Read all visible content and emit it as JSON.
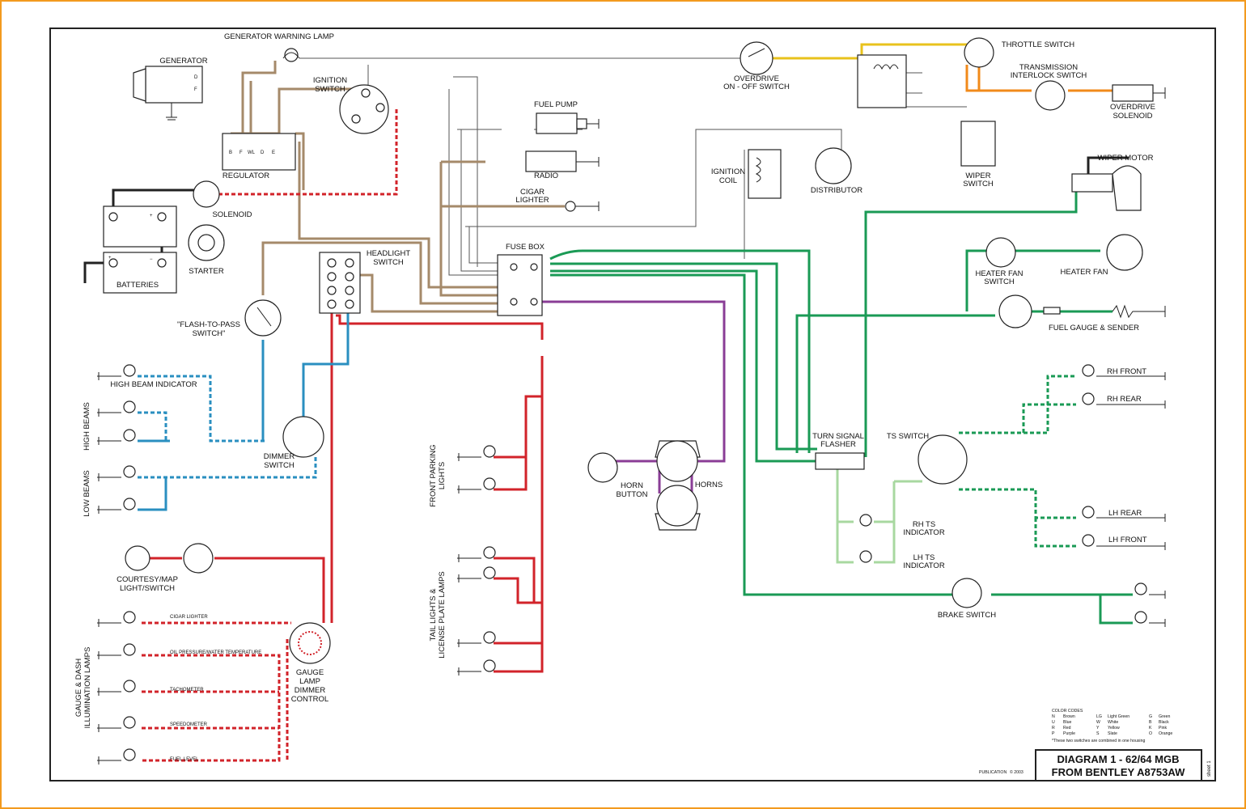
{
  "diagram": {
    "title_line1": "DIAGRAM 1 - 62/64 MGB",
    "title_line2": "FROM BENTLEY A8753AW",
    "publication": "PUBLICATION",
    "copyright": "© 2003",
    "sheet": "sheet 1"
  },
  "labels": {
    "generator_warning_lamp": "GENERATOR WARNING LAMP",
    "generator": "GENERATOR",
    "ignition_switch_1": "IGNITION",
    "ignition_switch_2": "SWITCH",
    "regulator": "REGULATOR",
    "solenoid": "SOLENOID",
    "starter": "STARTER",
    "batteries": "BATTERIES",
    "fuel_pump": "FUEL PUMP",
    "radio": "RADIO",
    "cigar_lighter_1": "CIGAR",
    "cigar_lighter_2": "LIGHTER",
    "overdrive_switch_1": "OVERDRIVE",
    "overdrive_switch_2": "ON - OFF SWITCH",
    "throttle_switch": "THROTTLE SWITCH",
    "transmission_interlock_1": "TRANSMISSION",
    "transmission_interlock_2": "INTERLOCK SWITCH",
    "overdrive_solenoid_1": "OVERDRIVE",
    "overdrive_solenoid_2": "SOLENOID",
    "ignition_coil_1": "IGNITION",
    "ignition_coil_2": "COIL",
    "distributor": "DISTRIBUTOR",
    "wiper_switch_1": "WIPER",
    "wiper_switch_2": "SWITCH",
    "wiper_motor": "WIPER MOTOR",
    "fuse_box": "FUSE BOX",
    "headlight_switch_1": "HEADLIGHT",
    "headlight_switch_2": "SWITCH",
    "flash_to_pass_1": "\"FLASH-TO-PASS",
    "flash_to_pass_2": "SWITCH\"",
    "heater_fan_switch_1": "HEATER FAN",
    "heater_fan_switch_2": "SWITCH",
    "heater_fan": "HEATER FAN",
    "fuel_gauge": "FUEL GAUGE & SENDER",
    "high_beam_indicator": "HIGH BEAM INDICATOR",
    "high_beams": "HIGH BEAMS",
    "low_beams": "LOW BEAMS",
    "dimmer_switch_1": "DIMMER",
    "dimmer_switch_2": "SWITCH",
    "turn_signal_flasher_1": "TURN SIGNAL",
    "turn_signal_flasher_2": "FLASHER",
    "ts_switch": "TS SWITCH",
    "rh_front": "RH FRONT",
    "rh_rear": "RH REAR",
    "lh_rear": "LH REAR",
    "lh_front": "LH FRONT",
    "rh_ts_indicator_1": "RH TS",
    "rh_ts_indicator_2": "INDICATOR",
    "lh_ts_indicator_1": "LH TS",
    "lh_ts_indicator_2": "INDICATOR",
    "horn_button_1": "HORN",
    "horn_button_2": "BUTTON",
    "horns": "HORNS",
    "front_parking_1": "FRONT PARKING",
    "front_parking_2": "LIGHTS",
    "tail_lights_1": "TAIL LIGHTS &",
    "tail_lights_2": "LICENSE PLATE LAMPS",
    "courtesy_1": "COURTESY/MAP",
    "courtesy_2": "LIGHT/SWITCH",
    "brake_switch": "BRAKE SWITCH",
    "gauge_lamp_1": "GAUGE",
    "gauge_lamp_2": "LAMP",
    "gauge_lamp_3": "DIMMER",
    "gauge_lamp_4": "CONTROL",
    "gauge_dash_1": "GAUGE & DASH",
    "gauge_dash_2": "ILLUMINATION LAMPS",
    "cigar_lighter_lamp": "CIGAR LIGHTER",
    "oil_pressure_lamp": "OIL PRESSURE/WATER TEMPERATURE",
    "tachometer_lamp": "TACHOMETER",
    "speedometer_lamp": "SPEEDOMETER",
    "fuel_level_lamp": "FUEL LEVEL"
  },
  "color_codes": {
    "title": "COLOR CODES",
    "entries": [
      [
        "N",
        "Brown",
        "LG",
        "Light Green",
        "G",
        "Green"
      ],
      [
        "U",
        "Blue",
        "W",
        "White",
        "B",
        "Black"
      ],
      [
        "R",
        "Red",
        "Y",
        "Yellow",
        "K",
        "Pink"
      ],
      [
        "P",
        "Purple",
        "S",
        "Slate",
        "O",
        "Orange"
      ]
    ],
    "footnote": "*These two switches are combined in one housing"
  },
  "colors": {
    "frame": "#f39a1e",
    "brown": "#a58a6a",
    "green": "#1a9a55",
    "red": "#d2232a",
    "blue": "#2a8fc0",
    "purple": "#8a3d96",
    "yellow": "#e8c21c",
    "orange": "#f18a1a"
  }
}
